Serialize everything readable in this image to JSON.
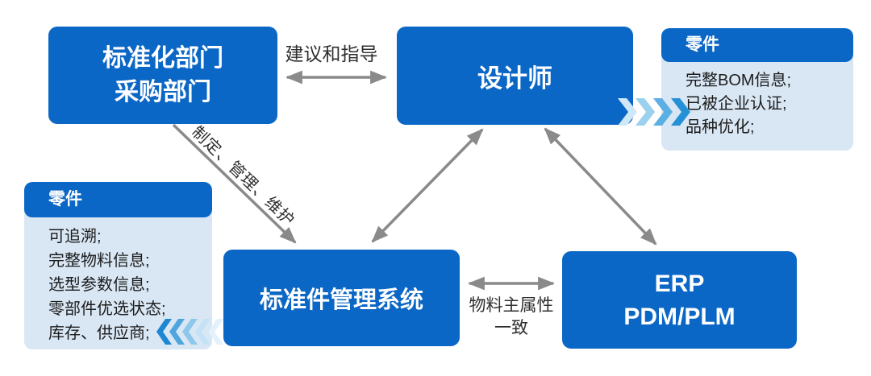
{
  "nodes": {
    "dept": {
      "lines": [
        "标准化部门",
        "采购部门"
      ]
    },
    "designer": {
      "label": "设计师"
    },
    "sms": {
      "label": "标准件管理系统"
    },
    "erp": {
      "lines": [
        "ERP",
        "PDM/PLM"
      ]
    }
  },
  "edges": {
    "dept_designer": {
      "label": "建议和指导",
      "direction": "both"
    },
    "dept_sms": {
      "label": "制定、管理、维护",
      "direction": "to-sms"
    },
    "designer_sms": {
      "direction": "both"
    },
    "designer_erp": {
      "direction": "both"
    },
    "sms_erp": {
      "lines": [
        "物料主属性",
        "一致"
      ],
      "direction": "both"
    }
  },
  "callouts": {
    "right": {
      "title": "零件",
      "items": [
        "完整BOM信息;",
        "已被企业认证;",
        "品种优化;"
      ]
    },
    "left": {
      "title": "零件",
      "items": [
        "可追溯;",
        "完整物料信息;",
        "选型参数信息;",
        "零部件优选状态;",
        "库存、供应商;"
      ]
    }
  },
  "colors": {
    "box_blue": "#0b67c5",
    "callout_header": "#0b67c5",
    "callout_body": "#d9e7f5",
    "arrow_gray": "#8a8a8a",
    "label_text": "#2f2f2f",
    "box_text": "#ffffff",
    "chevron_right": [
      "#cfe8f8",
      "#9bd0ef",
      "#5cafe2",
      "#2490d5"
    ],
    "chevron_left": [
      "#1e87d1",
      "#4fa5dd",
      "#8ec7ec",
      "#c4e2f5",
      "#e2f1fb"
    ]
  }
}
